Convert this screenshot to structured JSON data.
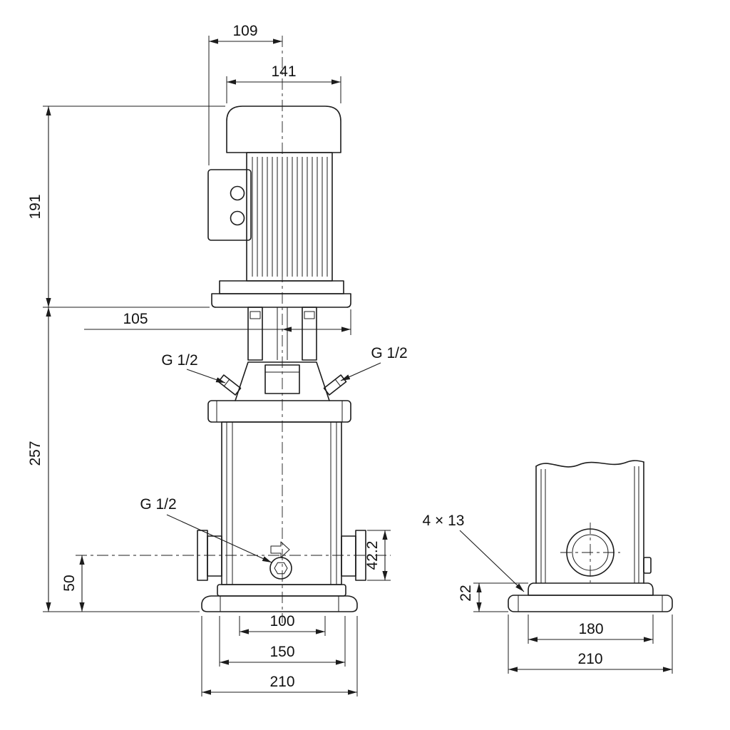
{
  "drawing": {
    "kind": "pump-dimensional-drawing",
    "colors": {
      "line": "#1c1c1c",
      "background": "#ffffff"
    },
    "front_view": {
      "dimensions": {
        "motor_cap_offset": "109",
        "motor_width": "141",
        "motor_height": "191",
        "stool_offset": "105",
        "pump_body_height": "257",
        "port_center_height": "50",
        "port_flange_height": "42.2",
        "base_bolt_spacing": "100",
        "base_flange_width": "150",
        "base_width": "210"
      },
      "port_labels": {
        "top_left": "G 1/2",
        "top_right": "G 1/2",
        "drain": "G 1/2"
      }
    },
    "side_view": {
      "dimensions": {
        "bolt_holes": "4 × 13",
        "base_height": "22",
        "base_hole_spacing": "180",
        "base_width": "210"
      }
    }
  }
}
